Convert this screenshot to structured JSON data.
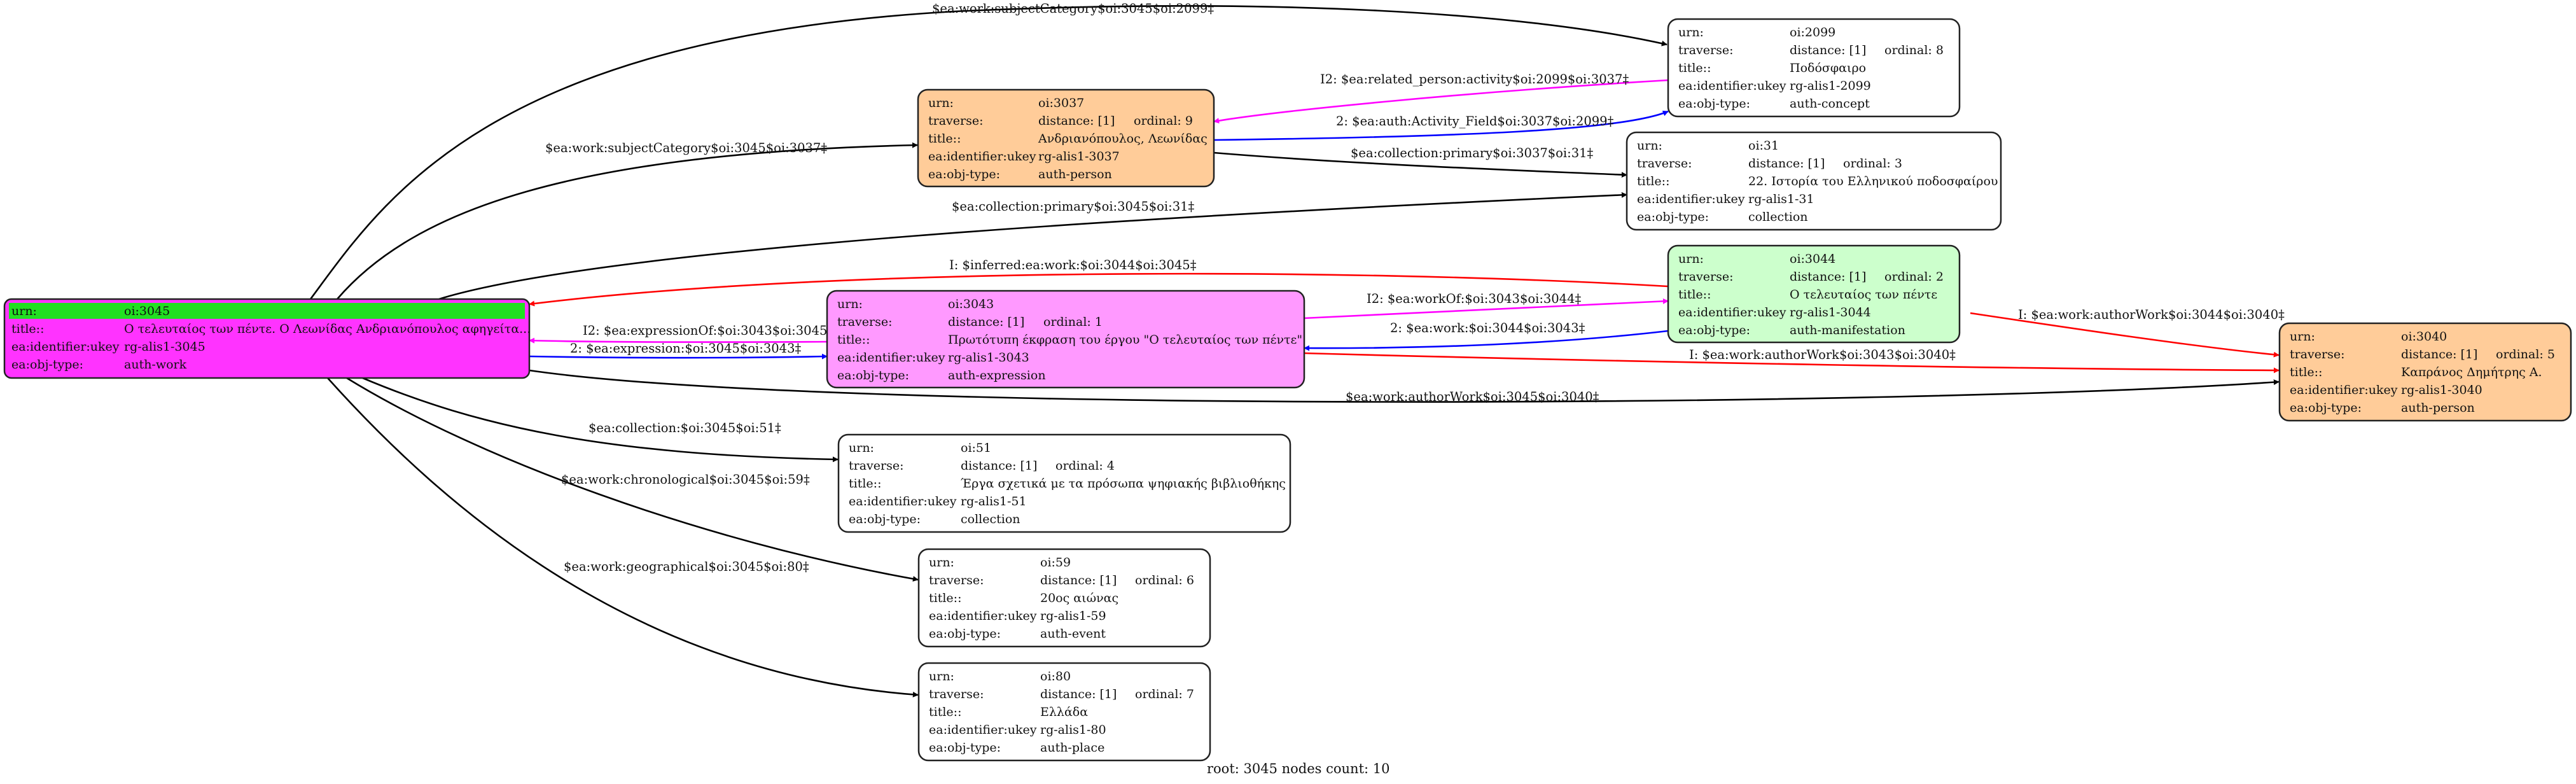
{
  "colors": {
    "root_fill": "#ff33ff",
    "root_highlight": "#22e022",
    "expression_fill": "#ff99ff",
    "manifestation_fill": "#ccffcc",
    "person_fill": "#ffcc99",
    "plain_fill": "#ffffff",
    "edge_black": "#000000",
    "edge_red": "#ff0000",
    "edge_blue": "#0000ff",
    "edge_magenta": "#ff00ff"
  },
  "nodes": {
    "n3045": {
      "rows": [
        {
          "key": "urn:",
          "val": "oi:3045"
        },
        {
          "key": "title::",
          "val": "Ο τελευταίος των πέντε. Ο Λεωνίδας Ανδριανόπουλος αφηγείτα..."
        },
        {
          "key": "ea:identifier:ukey",
          "val": "rg-alis1-3045"
        },
        {
          "key": "ea:obj-type:",
          "val": "auth-work"
        }
      ]
    },
    "n3037": {
      "rows": [
        {
          "key": "urn:",
          "val": "oi:3037"
        },
        {
          "key": "traverse:",
          "val": "distance: [1]",
          "ord": "ordinal: 9"
        },
        {
          "key": "title::",
          "val": "Ανδριανόπουλος, Λεωνίδας"
        },
        {
          "key": "ea:identifier:ukey",
          "val": "rg-alis1-3037"
        },
        {
          "key": "ea:obj-type:",
          "val": "auth-person"
        }
      ]
    },
    "n2099": {
      "rows": [
        {
          "key": "urn:",
          "val": "oi:2099"
        },
        {
          "key": "traverse:",
          "val": "distance: [1]",
          "ord": "ordinal: 8"
        },
        {
          "key": "title::",
          "val": "Ποδόσφαιρο"
        },
        {
          "key": "ea:identifier:ukey",
          "val": "rg-alis1-2099"
        },
        {
          "key": "ea:obj-type:",
          "val": "auth-concept"
        }
      ]
    },
    "n31": {
      "rows": [
        {
          "key": "urn:",
          "val": "oi:31"
        },
        {
          "key": "traverse:",
          "val": "distance: [1]",
          "ord": "ordinal: 3"
        },
        {
          "key": "title::",
          "val": "22. Ιστορία του Ελληνικού ποδοσφαίρου"
        },
        {
          "key": "ea:identifier:ukey",
          "val": "rg-alis1-31"
        },
        {
          "key": "ea:obj-type:",
          "val": "collection"
        }
      ]
    },
    "n3044": {
      "rows": [
        {
          "key": "urn:",
          "val": "oi:3044"
        },
        {
          "key": "traverse:",
          "val": "distance: [1]",
          "ord": "ordinal: 2"
        },
        {
          "key": "title::",
          "val": "Ο τελευταίος των πέντε"
        },
        {
          "key": "ea:identifier:ukey",
          "val": "rg-alis1-3044"
        },
        {
          "key": "ea:obj-type:",
          "val": "auth-manifestation"
        }
      ]
    },
    "n3043": {
      "rows": [
        {
          "key": "urn:",
          "val": "oi:3043"
        },
        {
          "key": "traverse:",
          "val": "distance: [1]",
          "ord": "ordinal: 1"
        },
        {
          "key": "title::",
          "val": "Πρωτότυπη έκφραση του έργου \"Ο τελευταίος των πέντε\""
        },
        {
          "key": "ea:identifier:ukey",
          "val": "rg-alis1-3043"
        },
        {
          "key": "ea:obj-type:",
          "val": "auth-expression"
        }
      ]
    },
    "n3040": {
      "rows": [
        {
          "key": "urn:",
          "val": "oi:3040"
        },
        {
          "key": "traverse:",
          "val": "distance: [1]",
          "ord": "ordinal: 5"
        },
        {
          "key": "title::",
          "val": "Καπράνος Δημήτρης Α."
        },
        {
          "key": "ea:identifier:ukey",
          "val": "rg-alis1-3040"
        },
        {
          "key": "ea:obj-type:",
          "val": "auth-person"
        }
      ]
    },
    "n51": {
      "rows": [
        {
          "key": "urn:",
          "val": "oi:51"
        },
        {
          "key": "traverse:",
          "val": "distance: [1]",
          "ord": "ordinal: 4"
        },
        {
          "key": "title::",
          "val": "Έργα σχετικά με τα πρόσωπα ψηφιακής βιβλιοθήκης"
        },
        {
          "key": "ea:identifier:ukey",
          "val": "rg-alis1-51"
        },
        {
          "key": "ea:obj-type:",
          "val": "collection"
        }
      ]
    },
    "n59": {
      "rows": [
        {
          "key": "urn:",
          "val": "oi:59"
        },
        {
          "key": "traverse:",
          "val": "distance: [1]",
          "ord": "ordinal: 6"
        },
        {
          "key": "title::",
          "val": "20ος αιώνας"
        },
        {
          "key": "ea:identifier:ukey",
          "val": "rg-alis1-59"
        },
        {
          "key": "ea:obj-type:",
          "val": "auth-event"
        }
      ]
    },
    "n80": {
      "rows": [
        {
          "key": "urn:",
          "val": "oi:80"
        },
        {
          "key": "traverse:",
          "val": "distance: [1]",
          "ord": "ordinal: 7"
        },
        {
          "key": "title::",
          "val": "Ελλάδα"
        },
        {
          "key": "ea:identifier:ukey",
          "val": "rg-alis1-80"
        },
        {
          "key": "ea:obj-type:",
          "val": "auth-place"
        }
      ]
    }
  },
  "edges": {
    "e_subj2099": "$ea:work:subjectCategory$oi:3045$oi:2099‡",
    "e_subj3037": "$ea:work:subjectCategory$oi:3045$oi:3037‡",
    "e_relperson": "I2: $ea:related_person:activity$oi:2099$oi:3037‡",
    "e_actfield": "2: $ea:auth:Activity_Field$oi:3037$oi:2099‡",
    "e_coll3037_31": "$ea:collection:primary$oi:3037$oi:31‡",
    "e_coll3045_31": "$ea:collection:primary$oi:3045$oi:31‡",
    "e_inferred": "I: $inferred:ea:work:$oi:3044$oi:3045‡",
    "e_workof": "I2: $ea:workOf:$oi:3043$oi:3044‡",
    "e_work3044_3043": "2: $ea:work:$oi:3044$oi:3043‡",
    "e_authwork3044": "I: $ea:work:authorWork$oi:3044$oi:3040‡",
    "e_expof": "I2: $ea:expressionOf:$oi:3043$oi:3045‡",
    "e_exp": "2: $ea:expression:$oi:3045$oi:3043‡",
    "e_authwork3043": "I: $ea:work:authorWork$oi:3043$oi:3040‡",
    "e_authwork3045": "$ea:work:authorWork$oi:3045$oi:3040‡",
    "e_coll51": "$ea:collection:$oi:3045$oi:51‡",
    "e_chron59": "$ea:work:chronological$oi:3045$oi:59‡",
    "e_geo80": "$ea:work:geographical$oi:3045$oi:80‡"
  },
  "footer": "root: 3045 nodes count: 10"
}
